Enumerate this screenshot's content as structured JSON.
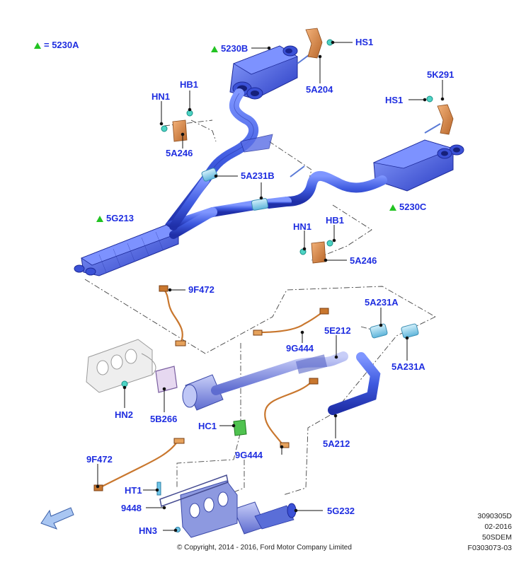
{
  "legend": {
    "eq": "= 5230A"
  },
  "labels": {
    "p5230B": "5230B",
    "hs1_top": "HS1",
    "p5a204": "5A204",
    "p5k291": "5K291",
    "hs1_right": "HS1",
    "hb1_left": "HB1",
    "hn1_left": "HN1",
    "p5a246_left": "5A246",
    "p5a231b": "5A231B",
    "p5230c": "5230C",
    "p5g213": "5G213",
    "hn1_mid": "HN1",
    "hb1_mid": "HB1",
    "p5a246_mid": "5A246",
    "p9f472_top": "9F472",
    "p5a231a_top": "5A231A",
    "p5e212": "5E212",
    "p9g444_top": "9G444",
    "p5a231a_bot": "5A231A",
    "hn2": "HN2",
    "p5b266": "5B266",
    "hc1": "HC1",
    "p5a212": "5A212",
    "p9g444_bot": "9G444",
    "p9f472_bot": "9F472",
    "ht1": "HT1",
    "p9448": "9448",
    "p5g232": "5G232",
    "hn3": "HN3"
  },
  "footer": {
    "copyright": "© Copyright, 2014 - 2016, Ford Motor Company Limited",
    "code1": "3090305D",
    "code2": "02-2016",
    "code3": "50SDEM",
    "code4": "F0303073-03"
  },
  "colors": {
    "exhaust_blue": "#3f5be0",
    "exhaust_dark": "#2235b8",
    "bracket_orange": "#d8843a",
    "label_blue": "#1f2ee0",
    "marker_green": "#22c322",
    "clamp_cyan": "#6fc6e8"
  },
  "icons": {
    "direction": "front-direction-arrow-icon"
  }
}
